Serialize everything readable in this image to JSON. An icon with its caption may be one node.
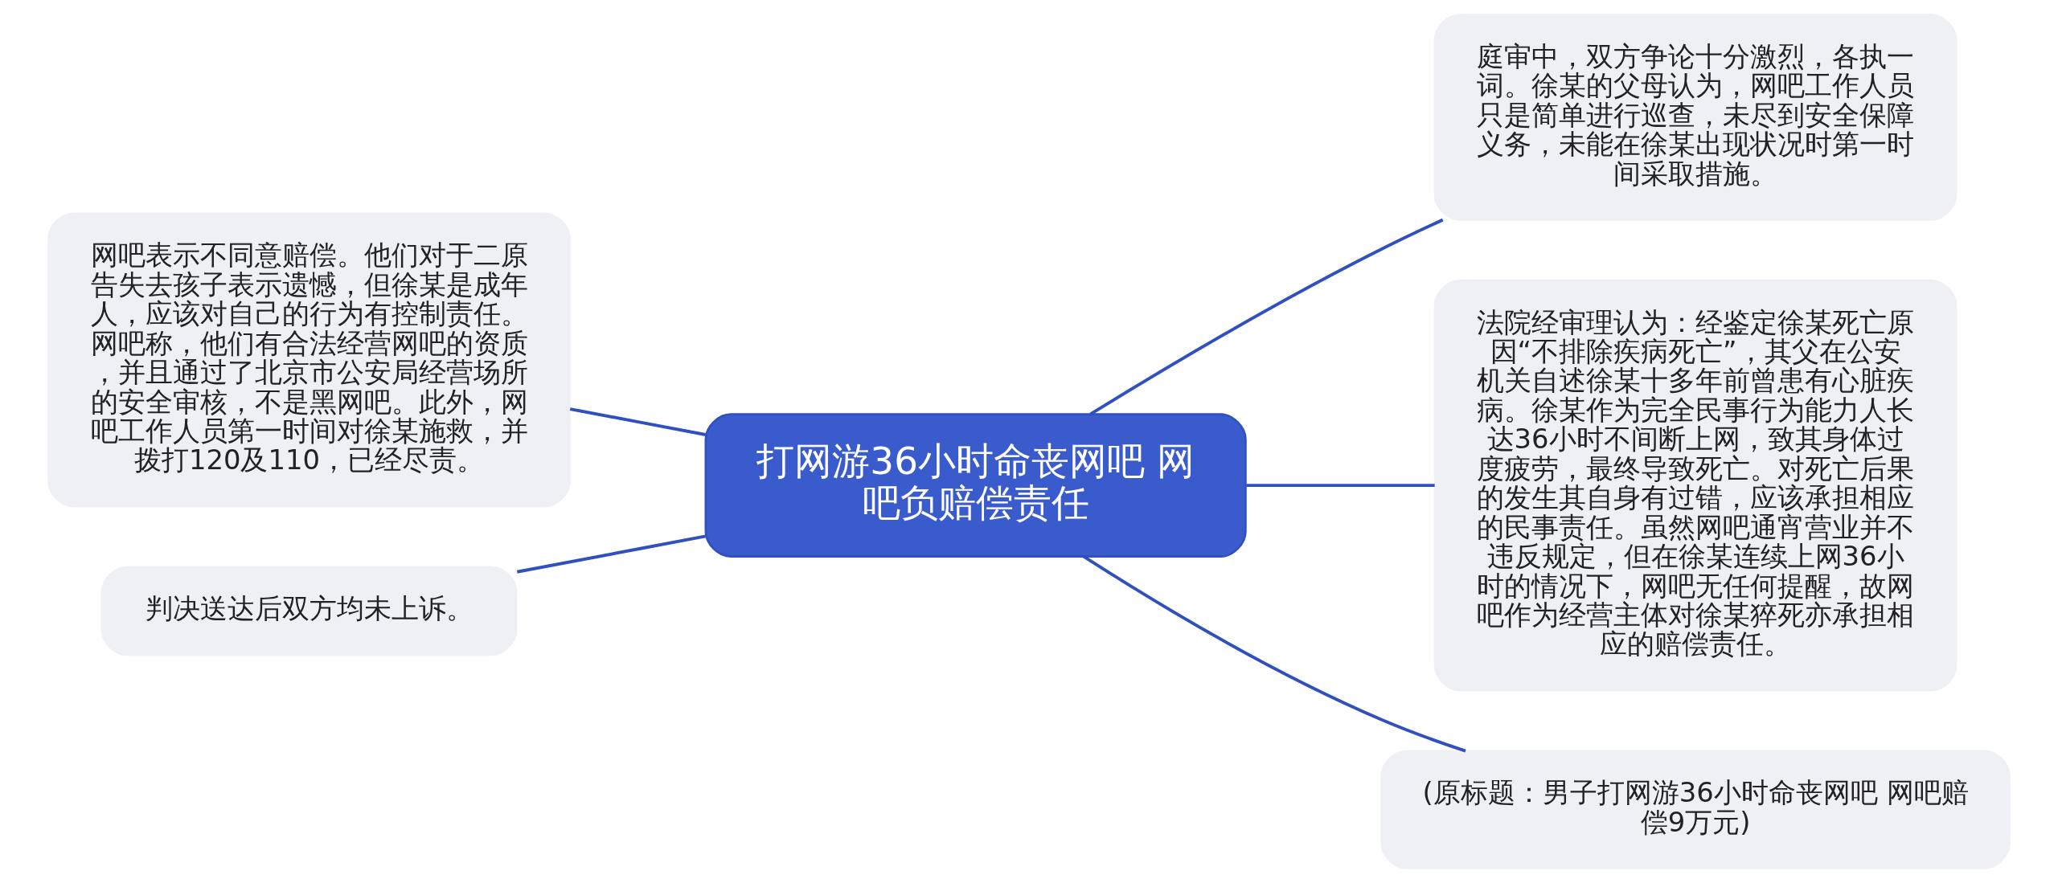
{
  "diagram": {
    "nodes": [
      {
        "text": [
          "打网游36小时命丧网吧 网吧负赔偿责任"
        ]
      },
      {
        "text": [
          "网吧表示不同意赔偿。他们对于二原告失去孩子表示遗憾，但徐某是成年人，应该对自己的行为有控制责任。网吧称，他们有合法经营网吧的资质，并且通过了北京市公安局经营场所的安全审核，不是黑网吧。此外，网吧工作人员第一时间对徐某施救，并拨打120及110，已经尽责。"
        ]
      },
      {
        "text": [
          "判决送达后双方均未上诉。"
        ]
      },
      {
        "text": [
          "庭审中，双方争论十分激烈，各执一词。徐某的父母认为，网吧工作人员只是简单进行巡查，未尽到安全保障义务，未能在徐某出现状况时第一时间采取措施。"
        ]
      },
      {
        "text": [
          "法院经审理认为：经鉴定徐某死亡原因“不排除疾病死亡”，其父在公安机关自述徐某十多年前曾患有心脏疾病。徐某作为完全民事行为能力人长达36小时不间断上网，致其身体过度疲劳，最终导致死亡。对死亡后果的发生其自身有过错，应该承担相应的民事责任。虽然网吧通宵营业并不违反规定，但在徐某连续上网36小时的情况下，网吧无任何提醒，故网吧作为经营主体对徐某猝死亦承担相应的赔偿责任。"
        ]
      },
      {
        "text": [
          "(原标题：男子打网游36小时命丧网吧 网吧赔偿9万元)"
        ]
      }
    ],
    "edges": [
      {
        "from": 0,
        "to": 1,
        "arrow": "none"
      },
      {
        "from": 0,
        "to": 2,
        "arrow": "none"
      },
      {
        "from": 0,
        "to": 3,
        "arrow": "none"
      },
      {
        "from": 0,
        "to": 4,
        "arrow": "none"
      },
      {
        "from": 0,
        "to": 5,
        "arrow": "none"
      }
    ]
  }
}
